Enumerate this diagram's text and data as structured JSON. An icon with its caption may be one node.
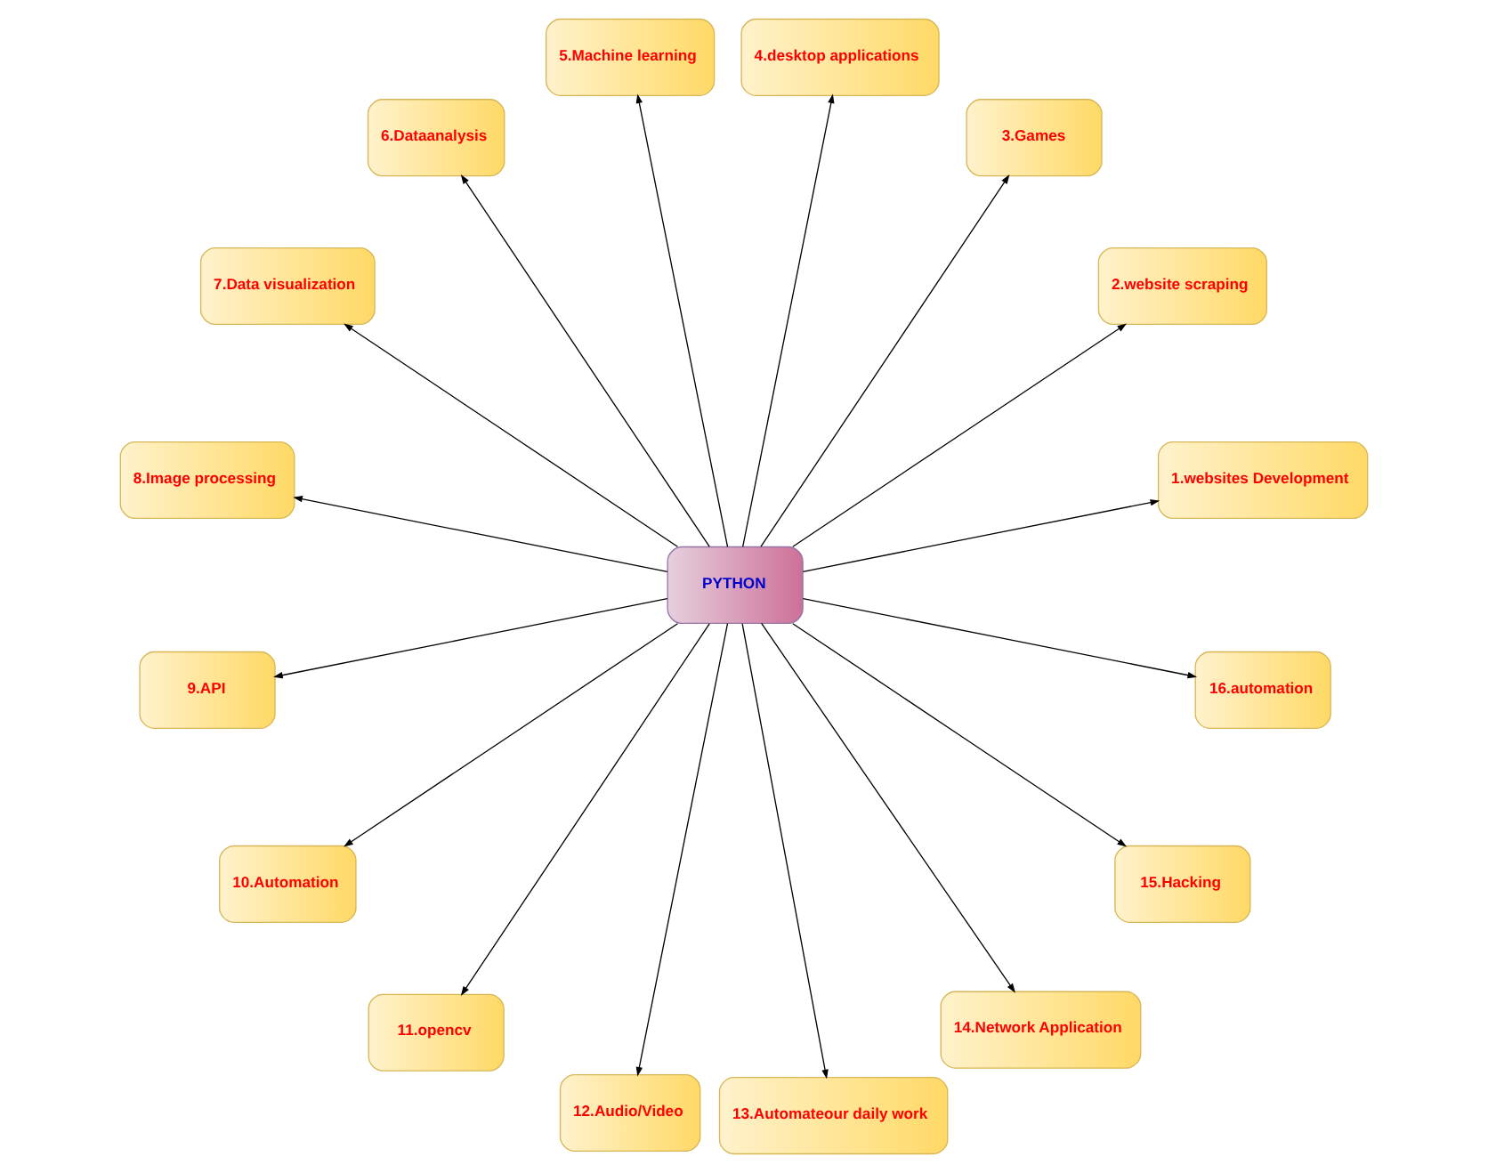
{
  "diagram": {
    "nodes": [
      {
        "text": [
          "PYTHON"
        ]
      },
      {
        "text": [
          "1.websites Development"
        ]
      },
      {
        "text": [
          "2.website scraping"
        ]
      },
      {
        "text": [
          "3.Games"
        ]
      },
      {
        "text": [
          "4.desktop applications"
        ]
      },
      {
        "text": [
          "5.Machine learning"
        ]
      },
      {
        "text": [
          "6.Dataanalysis"
        ]
      },
      {
        "text": [
          "7.Data visualization"
        ]
      },
      {
        "text": [
          "8.Image processing"
        ]
      },
      {
        "text": [
          "9.API"
        ]
      },
      {
        "text": [
          "10.Automation"
        ]
      },
      {
        "text": [
          "11.opencv"
        ]
      },
      {
        "text": [
          "12.Audio/Video"
        ]
      },
      {
        "text": [
          "13.Automateour daily work"
        ]
      },
      {
        "text": [
          "14.Network Application"
        ]
      },
      {
        "text": [
          "15.Hacking"
        ]
      },
      {
        "text": [
          "16.automation"
        ]
      }
    ],
    "edges": [
      {
        "from": 0,
        "to": 1,
        "arrow": "to"
      },
      {
        "from": 0,
        "to": 2,
        "arrow": "to"
      },
      {
        "from": 0,
        "to": 3,
        "arrow": "to"
      },
      {
        "from": 0,
        "to": 4,
        "arrow": "to"
      },
      {
        "from": 0,
        "to": 5,
        "arrow": "to"
      },
      {
        "from": 0,
        "to": 6,
        "arrow": "to"
      },
      {
        "from": 0,
        "to": 7,
        "arrow": "to"
      },
      {
        "from": 0,
        "to": 8,
        "arrow": "to"
      },
      {
        "from": 0,
        "to": 9,
        "arrow": "to"
      },
      {
        "from": 0,
        "to": 10,
        "arrow": "to"
      },
      {
        "from": 0,
        "to": 11,
        "arrow": "to"
      },
      {
        "from": 0,
        "to": 12,
        "arrow": "to"
      },
      {
        "from": 0,
        "to": 13,
        "arrow": "to"
      },
      {
        "from": 0,
        "to": 14,
        "arrow": "to"
      },
      {
        "from": 0,
        "to": 15,
        "arrow": "to"
      },
      {
        "from": 0,
        "to": 16,
        "arrow": "to"
      }
    ]
  }
}
